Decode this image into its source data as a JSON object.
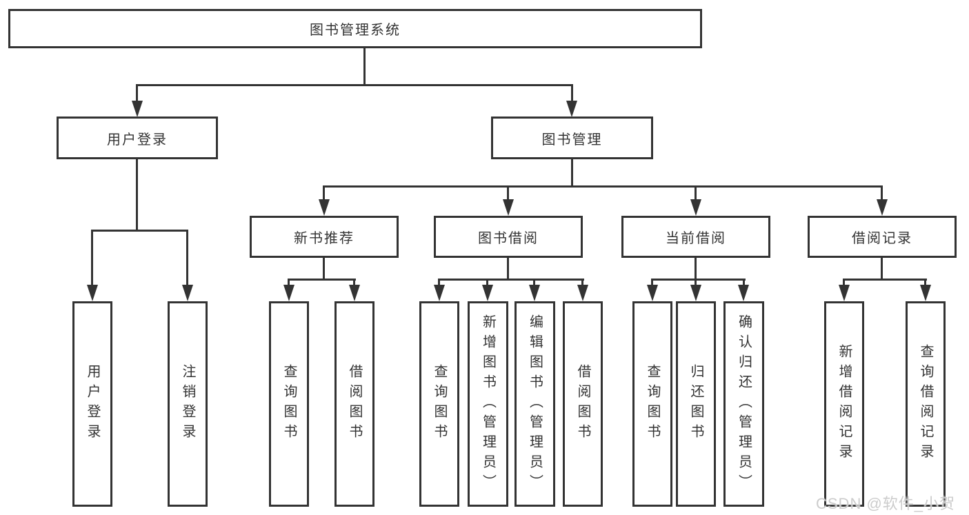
{
  "tree": {
    "label": "图书管理系统",
    "children": [
      {
        "label": "用户登录",
        "children": [
          {
            "label": "用户登录"
          },
          {
            "label": "注销登录"
          }
        ]
      },
      {
        "label": "图书管理",
        "children": [
          {
            "label": "新书推荐",
            "children": [
              {
                "label": "查询图书"
              },
              {
                "label": "借阅图书"
              }
            ]
          },
          {
            "label": "图书借阅",
            "children": [
              {
                "label": "查询图书"
              },
              {
                "label": "新增图书（管理员）"
              },
              {
                "label": "编辑图书（管理员）"
              },
              {
                "label": "借阅图书"
              }
            ]
          },
          {
            "label": "当前借阅",
            "children": [
              {
                "label": "查询图书"
              },
              {
                "label": "归还图书"
              },
              {
                "label": "确认归还（管理员）"
              }
            ]
          },
          {
            "label": "借阅记录",
            "children": [
              {
                "label": "新增借阅记录"
              },
              {
                "label": "查询借阅记录"
              }
            ]
          }
        ]
      }
    ]
  },
  "watermark": {
    "text": "CSDN @软件_小贺同学"
  },
  "colors": {
    "line": "#333333",
    "box_border": "#333333",
    "box_background": "#ffffff",
    "text": "#333333",
    "watermark": "#cccccc",
    "page_background": "#ffffff"
  }
}
